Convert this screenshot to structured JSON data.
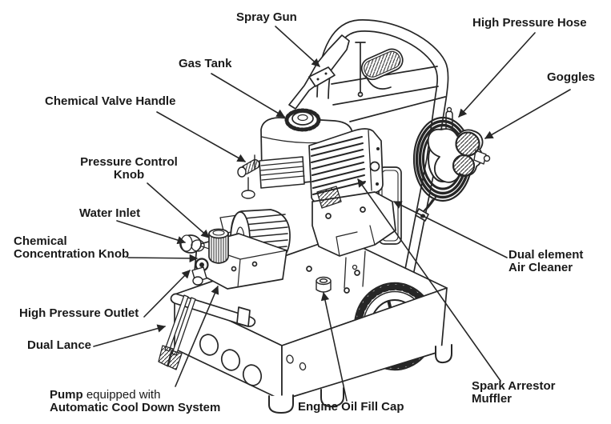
{
  "diagram": {
    "labels": {
      "spray_gun": "Spray Gun",
      "high_pressure_hose": "High Pressure Hose",
      "goggles": "Goggles",
      "gas_tank": "Gas Tank",
      "chemical_valve_handle": "Chemical Valve Handle",
      "pressure_control_knob": {
        "line1": "Pressure Control",
        "line2": "Knob"
      },
      "water_inlet": "Water Inlet",
      "chemical_concentration_knob": {
        "line1": "Chemical",
        "line2": "Concentration Knob"
      },
      "high_pressure_outlet": "High Pressure Outlet",
      "dual_lance": "Dual Lance",
      "pump_note": {
        "bold": "Pump",
        "regular": " equipped with",
        "line2": "Automatic Cool Down System"
      },
      "engine_oil_fill_cap": "Engine Oil Fill Cap",
      "dual_element_air_cleaner": {
        "line1": "Dual element",
        "line2": "Air Cleaner"
      },
      "spark_arrestor_muffler": {
        "line1": "Spark Arrestor",
        "line2": "Muffler"
      }
    },
    "colors": {
      "line": "#262626",
      "text": "#1a1a1a",
      "background": "#ffffff"
    }
  }
}
